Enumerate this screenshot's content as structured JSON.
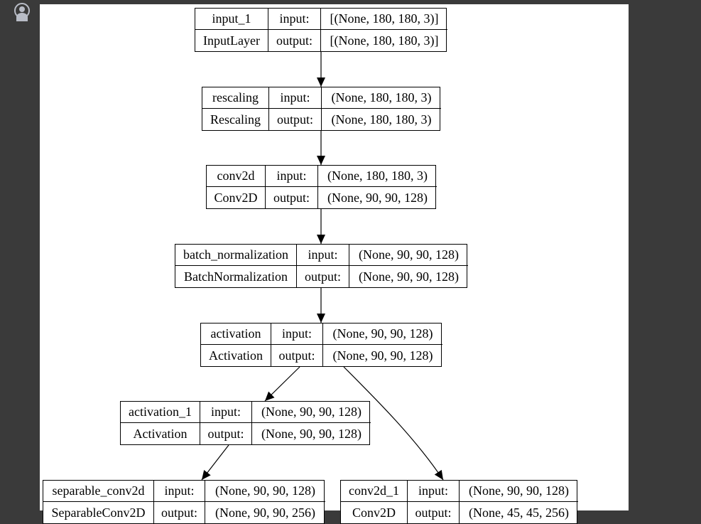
{
  "labels": {
    "input": "input:",
    "output": "output:"
  },
  "nodes": [
    {
      "id": "input_1",
      "name": "input_1",
      "type": "InputLayer",
      "input": "[(None, 180, 180, 3)]",
      "output": "[(None, 180, 180, 3)]"
    },
    {
      "id": "rescaling",
      "name": "rescaling",
      "type": "Rescaling",
      "input": "(None, 180, 180, 3)",
      "output": "(None, 180, 180, 3)"
    },
    {
      "id": "conv2d",
      "name": "conv2d",
      "type": "Conv2D",
      "input": "(None, 180, 180, 3)",
      "output": "(None, 90, 90, 128)"
    },
    {
      "id": "batch_normalization",
      "name": "batch_normalization",
      "type": "BatchNormalization",
      "input": "(None, 90, 90, 128)",
      "output": "(None, 90, 90, 128)"
    },
    {
      "id": "activation",
      "name": "activation",
      "type": "Activation",
      "input": "(None, 90, 90, 128)",
      "output": "(None, 90, 90, 128)"
    },
    {
      "id": "activation_1",
      "name": "activation_1",
      "type": "Activation",
      "input": "(None, 90, 90, 128)",
      "output": "(None, 90, 90, 128)"
    },
    {
      "id": "separable_conv2d",
      "name": "separable_conv2d",
      "type": "SeparableConv2D",
      "input": "(None, 90, 90, 128)",
      "output": "(None, 90, 90, 256)"
    },
    {
      "id": "conv2d_1",
      "name": "conv2d_1",
      "type": "Conv2D",
      "input": "(None, 90, 90, 128)",
      "output": "(None, 45, 45, 256)"
    }
  ],
  "edges": [
    {
      "from": "input_1",
      "to": "rescaling"
    },
    {
      "from": "rescaling",
      "to": "conv2d"
    },
    {
      "from": "conv2d",
      "to": "batch_normalization"
    },
    {
      "from": "batch_normalization",
      "to": "activation"
    },
    {
      "from": "activation",
      "to": "activation_1"
    },
    {
      "from": "activation_1",
      "to": "separable_conv2d"
    },
    {
      "from": "activation",
      "to": "conv2d_1"
    }
  ]
}
